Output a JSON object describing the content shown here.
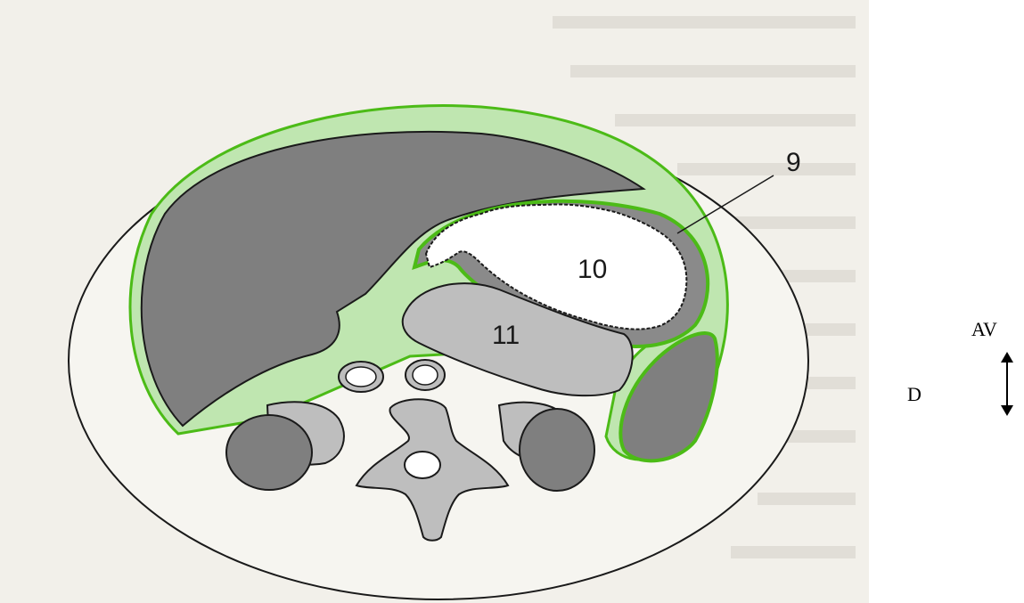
{
  "figure": {
    "labels": {
      "callout_9": "9",
      "stomach_10": "10",
      "region_11": "11"
    },
    "colors": {
      "page_background": "#f2f0ea",
      "organ_gray": "#7f7f7f",
      "light_gray": "#bebebe",
      "peritoneum_green": "#4cbb17",
      "outline": "#1a1a1a"
    }
  },
  "orientation": {
    "top_label": "AV",
    "bottom_label": "D",
    "arrow_icon": "double-vertical-arrow-icon"
  }
}
